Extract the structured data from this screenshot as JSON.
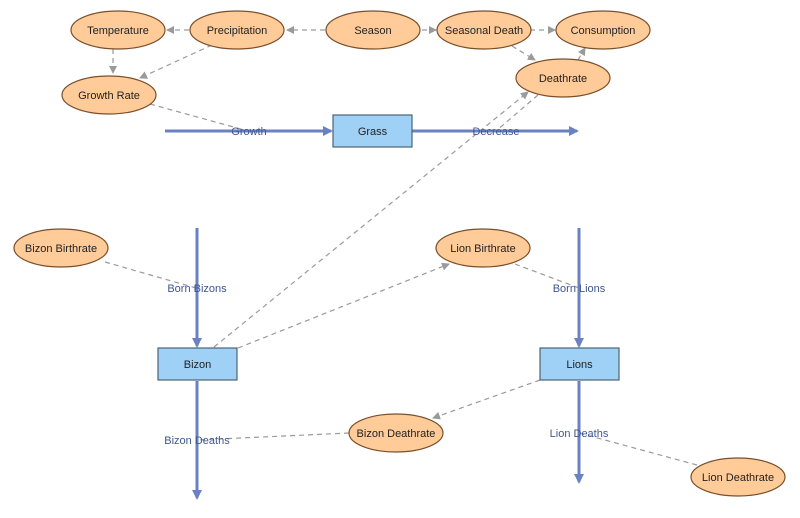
{
  "variables": {
    "temperature": "Temperature",
    "precipitation": "Precipitation",
    "season": "Season",
    "seasonal_death": "Seasonal Death",
    "consumption": "Consumption",
    "growth_rate": "Growth Rate",
    "deathrate": "Deathrate",
    "bizon_birthrate": "Bizon Birthrate",
    "lion_birthrate": "Lion Birthrate",
    "bizon_deathrate": "Bizon Deathrate",
    "lion_deathrate": "Lion Deathrate"
  },
  "stocks": {
    "grass": "Grass",
    "bizon": "Bizon",
    "lions": "Lions"
  },
  "flows": {
    "growth": "Growth",
    "decrease": "Decrease",
    "born_bizons": "Born Bizons",
    "bizon_deaths": "Bizon Deaths",
    "born_lions": "Born Lions",
    "lion_deaths": "Lion Deaths"
  },
  "colors": {
    "variable_fill": "#ffcc99",
    "stock_fill": "#9fd0f5",
    "flow_stroke": "#6a82c2",
    "link_stroke": "#9a9a9a"
  }
}
